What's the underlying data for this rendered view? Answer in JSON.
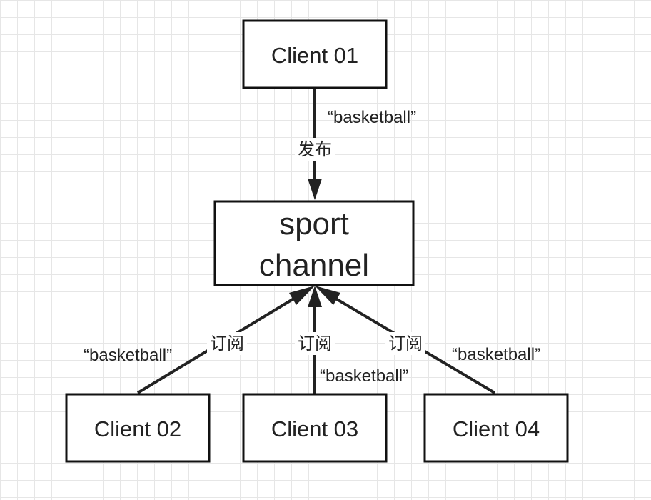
{
  "nodes": {
    "publisher": "Client 01",
    "channel_line1": "sport",
    "channel_line2": "channel",
    "subscriber_left": "Client 02",
    "subscriber_middle": "Client 03",
    "subscriber_right": "Client 04"
  },
  "edges": {
    "publish_action": "发布",
    "publish_message": "“basketball”",
    "subscribe_left_action": "订阅",
    "subscribe_left_message": "“basketball”",
    "subscribe_middle_action": "订阅",
    "subscribe_middle_message": "“basketball”",
    "subscribe_right_action": "订阅",
    "subscribe_right_message": "“basketball”"
  }
}
